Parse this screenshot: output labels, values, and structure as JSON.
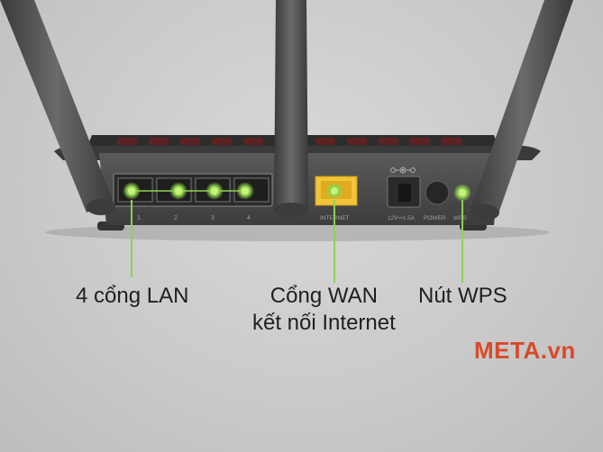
{
  "panel": {
    "port_numbers": [
      "1",
      "2",
      "3",
      "4"
    ],
    "internet_label": "INTERNET",
    "power_rating": "12V⎓1.5A",
    "power_label": "POWER",
    "wps_label": "WPS"
  },
  "callouts": {
    "lan": "4 cổng LAN",
    "wan_line1": "Cổng WAN",
    "wan_line2": "kết nối Internet",
    "wps": "Nút WPS"
  },
  "watermark": "META.vn",
  "colors": {
    "callout_line": "#8fd14f",
    "wan_port": "#f2c43a",
    "watermark": "#d84a2a"
  }
}
